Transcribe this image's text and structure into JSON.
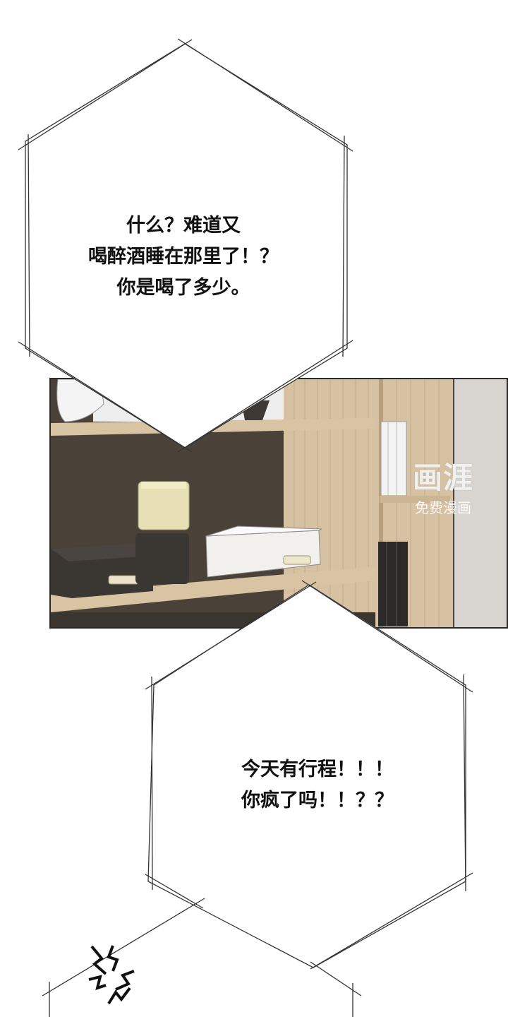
{
  "bubbles": [
    {
      "name": "speech-bubble-top",
      "lines": [
        "什么？难道又",
        "喝醉酒睡在那里了！？",
        "你是喝了多少。"
      ]
    },
    {
      "name": "speech-bubble-bottom",
      "lines": [
        "今天有行程！！！",
        "你疯了吗！！？？"
      ]
    }
  ],
  "watermark": {
    "logo": "画涯",
    "subtitle": "免费漫画"
  },
  "icons": {
    "angry": "anger-vein-icon"
  },
  "colors": {
    "panel_wall": "#4a4138",
    "shelf_wood": "#d8c3a3",
    "box_dark": "#3a3632",
    "box_white": "#f2f0ec",
    "lamp_shade": "#e6e0b4"
  }
}
